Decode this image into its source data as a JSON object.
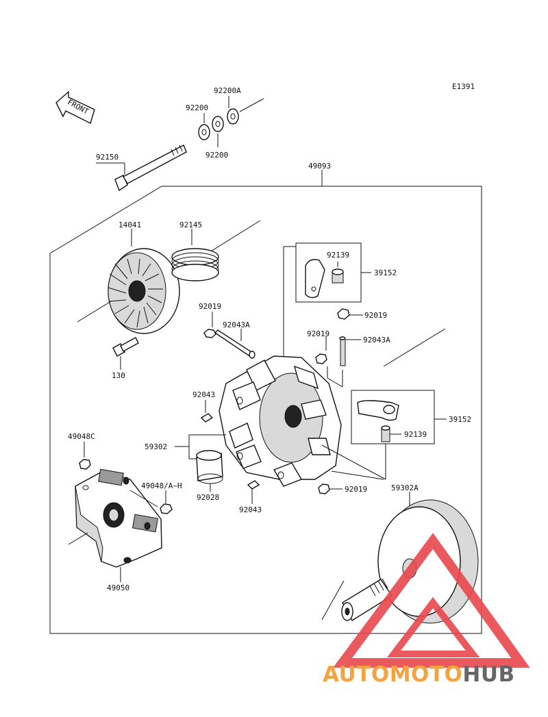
{
  "diagram_code": "E1391",
  "front_label": "FRONT",
  "part_labels": {
    "p92200A": "92200A",
    "p92200_top": "92200",
    "p92200_bottom": "92200",
    "p92150": "92150",
    "p49093": "49093",
    "p14041": "14041",
    "p92145": "92145",
    "p92139_top": "92139",
    "p39152_top": "39152",
    "p92019_a": "92019",
    "p92043A_a": "92043A",
    "p92019_b": "92019",
    "p92019_c": "92019",
    "p92043A_b": "92043A",
    "p130": "130",
    "p92043_a": "92043",
    "p59302": "59302",
    "p39152_bottom": "39152",
    "p92139_bottom": "92139",
    "p49048C": "49048C",
    "p92028": "92028",
    "p49048AH": "49048/A~H",
    "p92019_d": "92019",
    "p92043_b": "92043",
    "p59302A": "59302A",
    "p49050": "49050"
  },
  "watermark": {
    "part1": "AUTOMOTO",
    "part2": "HUB",
    "color_orange": "#f5a341",
    "color_red": "#e8484c",
    "color_gray": "#666666"
  }
}
